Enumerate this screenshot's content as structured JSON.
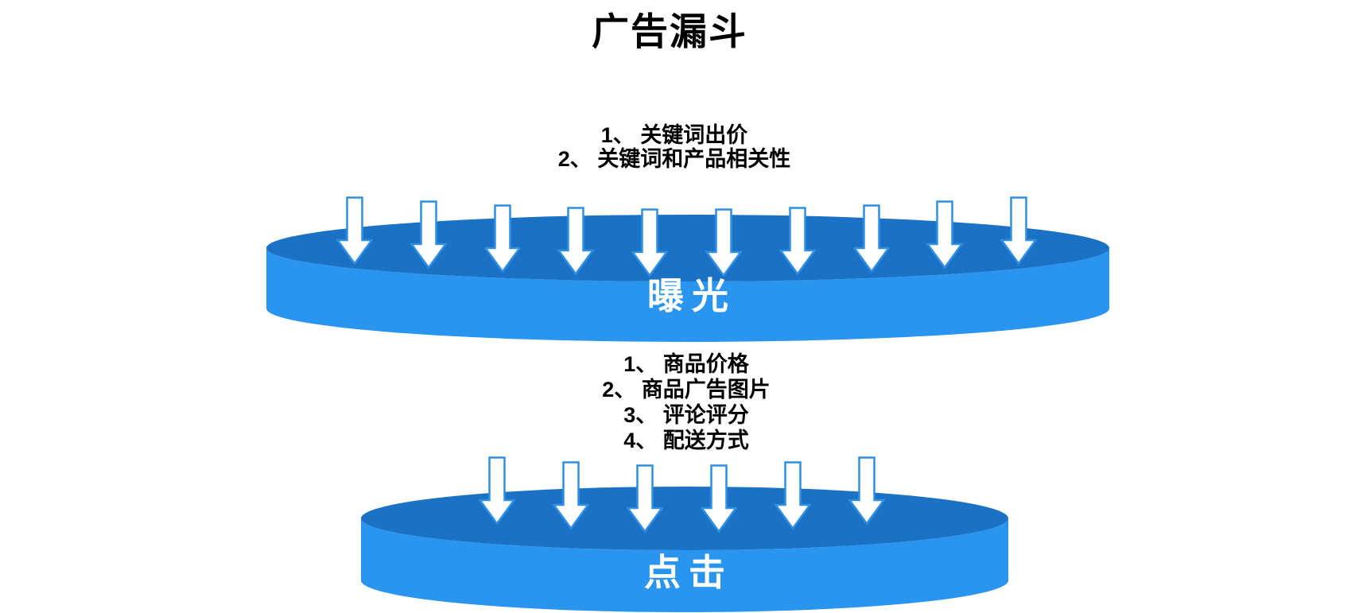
{
  "title": "广告漏斗",
  "funnel": {
    "stage1": {
      "factors": [
        "1、 关键词出价",
        "2、 关键词和产品相关性"
      ],
      "label": "曝光",
      "arrow_count": 10
    },
    "stage2": {
      "factors": [
        "1、 商品价格",
        "2、 商品广告图片",
        "3、 评论评分",
        "4、 配送方式"
      ],
      "label": "点击",
      "arrow_count": 6
    }
  },
  "colors": {
    "disc_top": "#1B72C4",
    "disc_body": "#2A95EF",
    "arrow_fill": "#FFFFFF",
    "arrow_stroke": "#2E8FE4",
    "title_text": "#000000",
    "label_text": "#FFFFFF"
  }
}
